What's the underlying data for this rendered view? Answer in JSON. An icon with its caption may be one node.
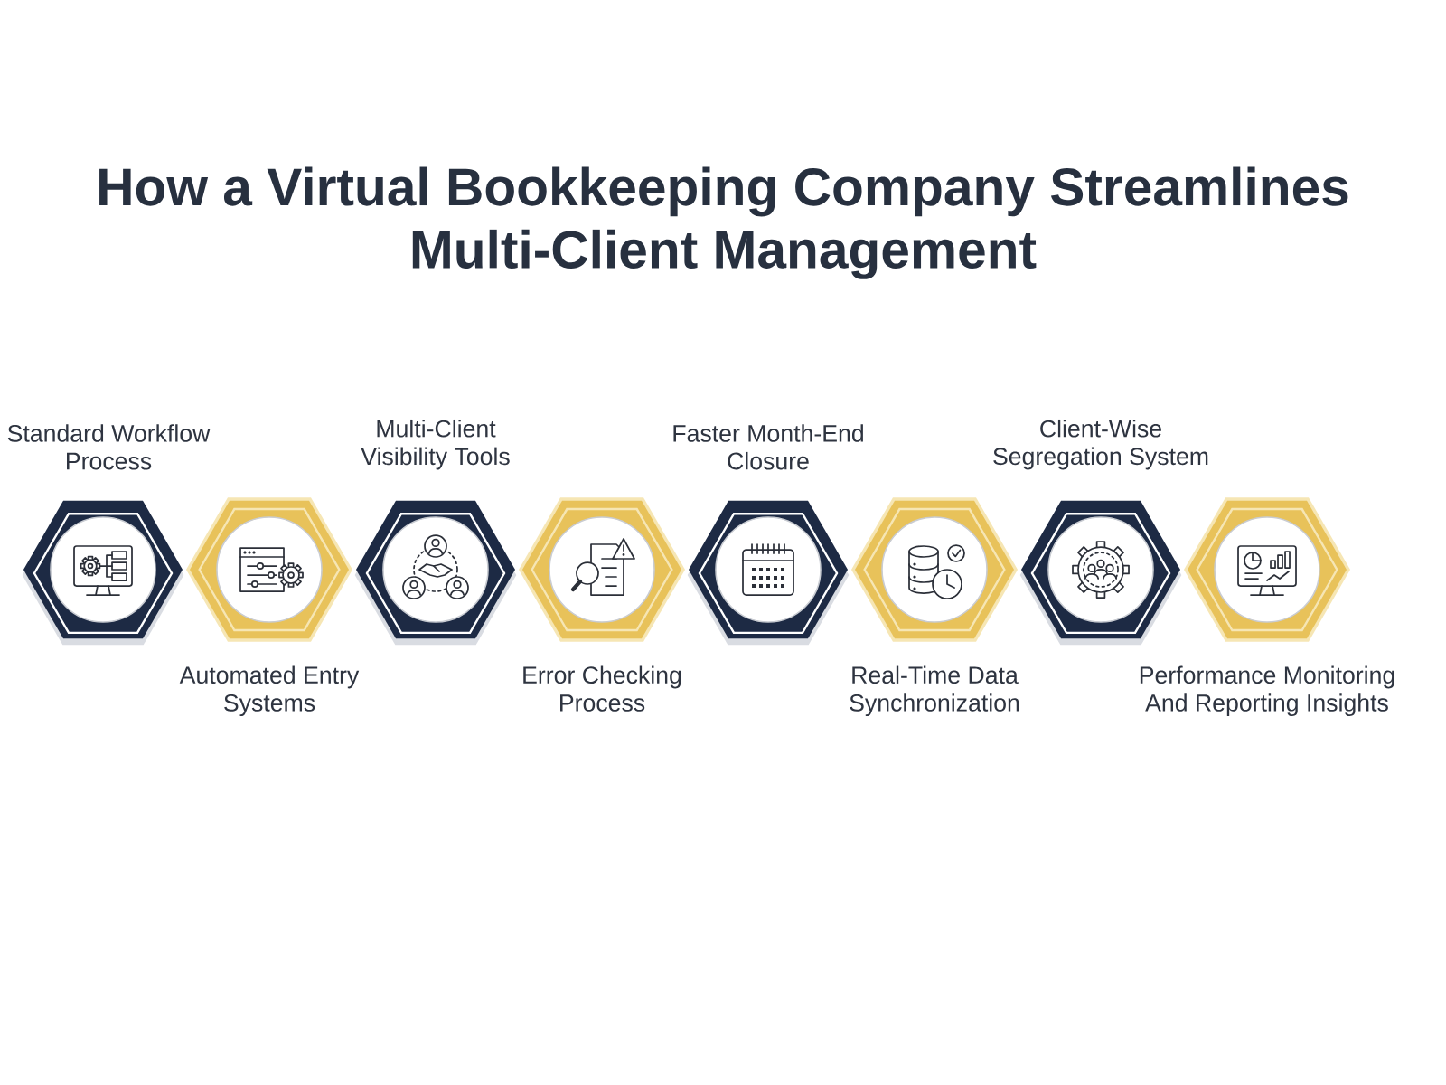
{
  "diagram": {
    "title": "How a Virtual Bookkeeping Company Streamlines Multi-Client Management",
    "nodes": [
      {
        "text": [
          "Standard Workflow Process"
        ]
      },
      {
        "text": [
          "Automated Entry Systems"
        ]
      },
      {
        "text": [
          "Multi-Client Visibility Tools"
        ]
      },
      {
        "text": [
          "Error Checking Process"
        ]
      },
      {
        "text": [
          "Faster Month-End Closure"
        ]
      },
      {
        "text": [
          "Real-Time Data Synchronization"
        ]
      },
      {
        "text": [
          "Client-Wise Segregation System"
        ]
      },
      {
        "text": [
          "Performance Monitoring And Reporting Insights"
        ]
      }
    ]
  }
}
